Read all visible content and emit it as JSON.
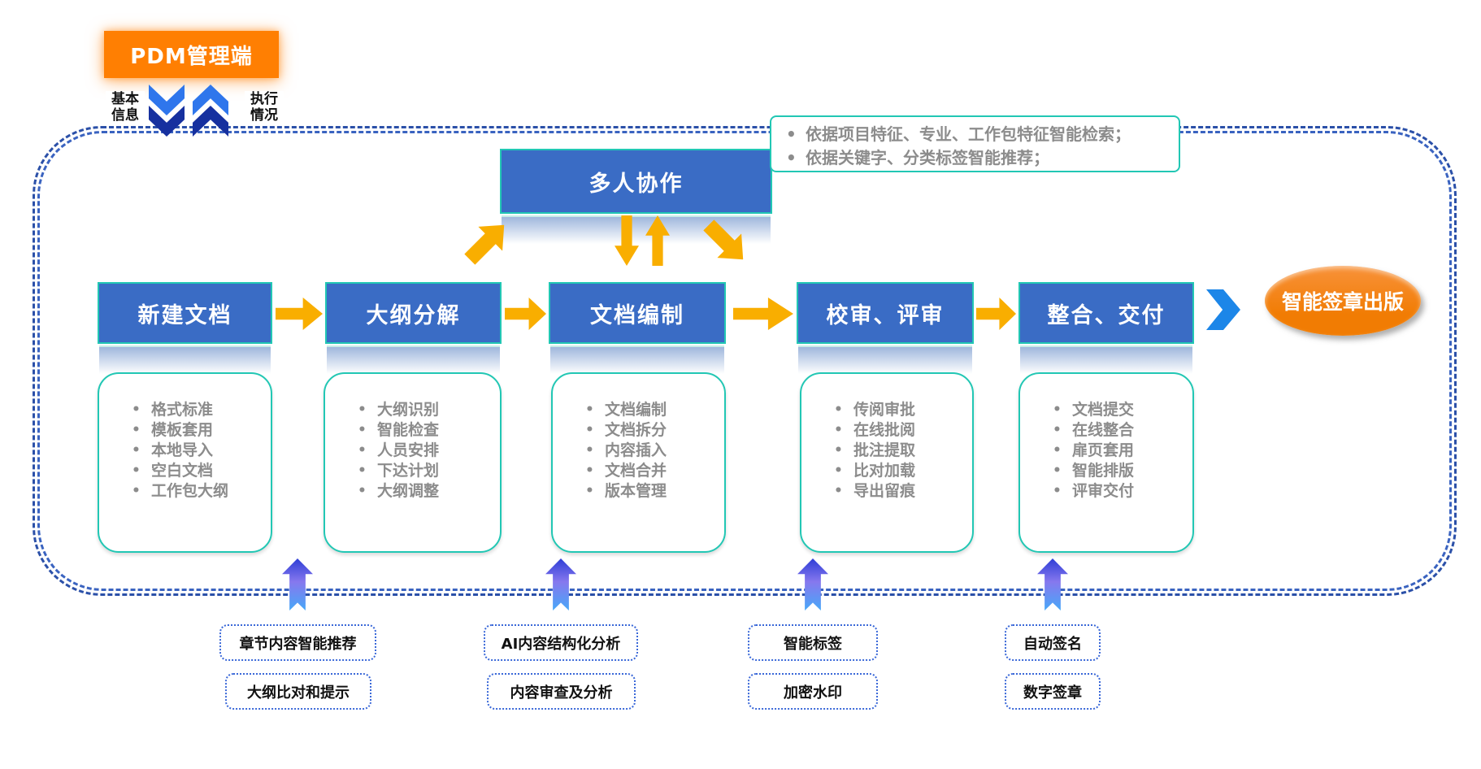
{
  "pdm": {
    "title": "PDM管理端",
    "left_label": "基本\n信息",
    "right_label": "执行\n情况"
  },
  "collaboration": {
    "title": "多人协作"
  },
  "search_note": {
    "items": [
      "依据项目特征、专业、工作包特征智能检索；",
      "依据关键字、分类标签智能推荐；"
    ]
  },
  "flow_stages": [
    {
      "title": "新建文档",
      "items": [
        "格式标准",
        "模板套用",
        "本地导入",
        "空白文档",
        "工作包大纲"
      ]
    },
    {
      "title": "大纲分解",
      "items": [
        "大纲识别",
        "智能检查",
        "人员安排",
        "下达计划",
        "大纲调整"
      ]
    },
    {
      "title": "文档编制",
      "items": [
        "文档编制",
        "文档拆分",
        "内容插入",
        "文档合并",
        "版本管理"
      ]
    },
    {
      "title": "校审、评审",
      "items": [
        "传阅审批",
        "在线批阅",
        "批注提取",
        "比对加载",
        "导出留痕"
      ]
    },
    {
      "title": "整合、交付",
      "items": [
        "文档提交",
        "在线整合",
        "扉页套用",
        "智能排版",
        "评审交付"
      ]
    }
  ],
  "result": {
    "title": "智能签章出版"
  },
  "bottom_features": [
    {
      "labels": [
        "章节内容智能推荐",
        "大纲比对和提示"
      ]
    },
    {
      "labels": [
        "AI内容结构化分析",
        "内容审查及分析"
      ]
    },
    {
      "labels": [
        "智能标签",
        "加密水印"
      ]
    },
    {
      "labels": [
        "自动签名",
        "数字签章"
      ]
    }
  ],
  "colors": {
    "stage_blue": "#3a6cc5",
    "teal_border": "#22c7b4",
    "pdm_orange": "#ff7f02",
    "golden_arrow": "#f9ae00",
    "dashed_navy": "#2b50a8",
    "ellipse_orange": "#f5820a",
    "gray_text": "#8c8c8c"
  }
}
